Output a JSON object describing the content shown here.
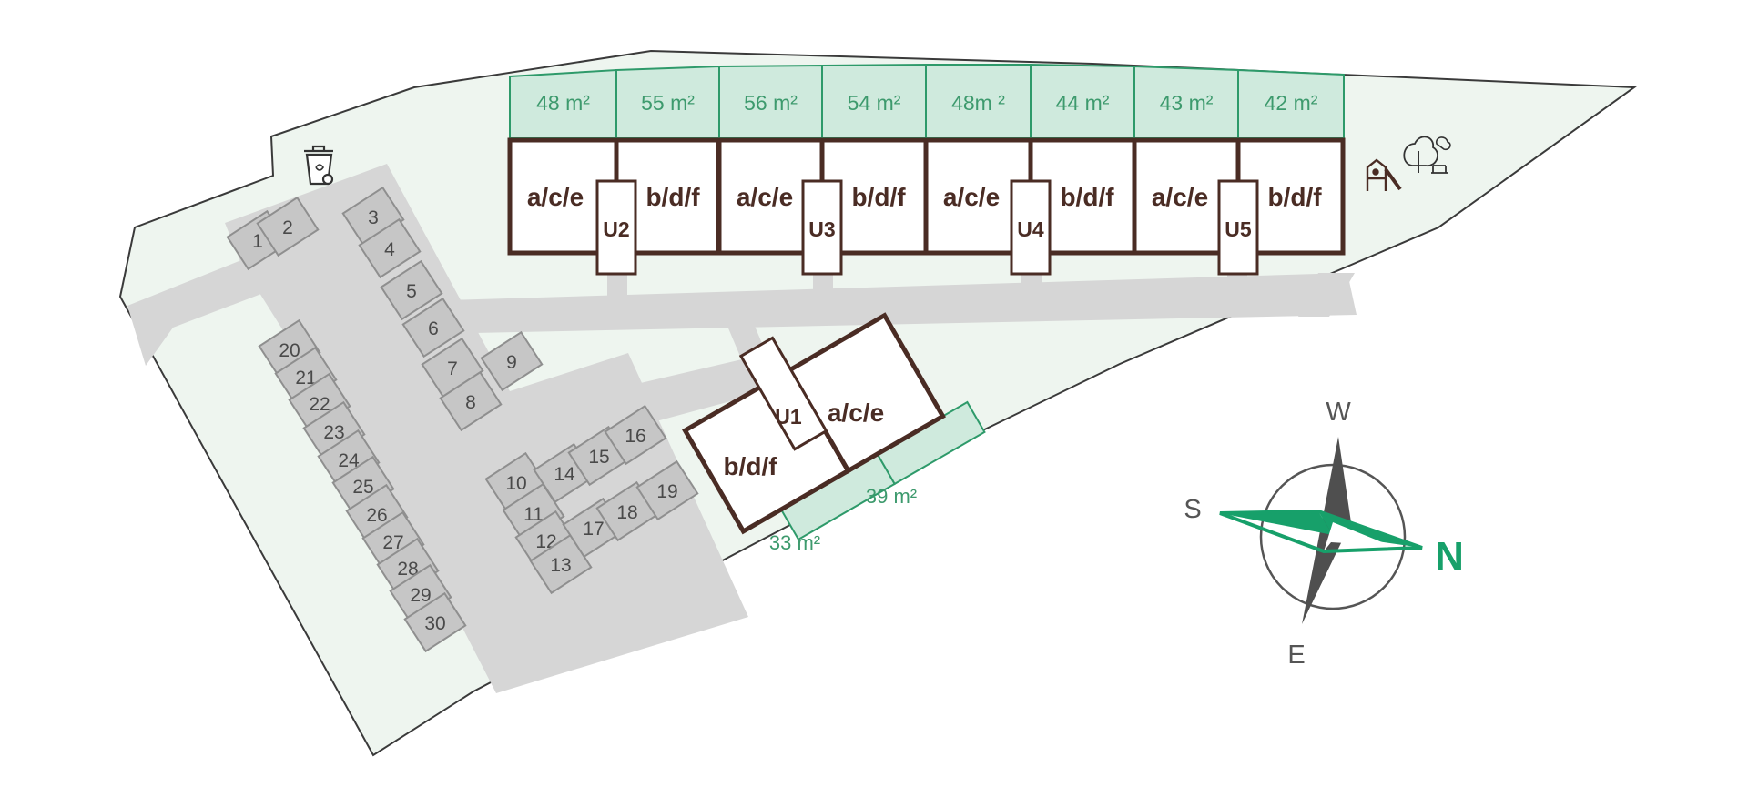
{
  "colors": {
    "plot_fill": "#eef5ef",
    "plot_outline": "#3a3a3a",
    "road_fill": "#d6d6d6",
    "garden_fill": "#cfeadd",
    "garden_outline": "#2e9a6a",
    "garden_text": "#3d9a6d",
    "building_outline": "#4a2c24",
    "unit_text": "#4a2c24",
    "parking_fill": "#c6c6c6",
    "parking_outline": "#8f8f8f",
    "compass_green": "#17a06a",
    "compass_dark": "#4f4f4f"
  },
  "icons": [
    "waste-bin-icon",
    "playground-icon"
  ],
  "gardens": {
    "row": [
      "48 m²",
      "55 m²",
      "56 m²",
      "54 m²",
      "48m ²",
      "44 m²",
      "43 m²",
      "42 m²"
    ],
    "lower_left": "33 m²",
    "lower_right": "39 m²"
  },
  "buildings": {
    "row": [
      {
        "left": "a/c/e",
        "core": "U2",
        "right": "b/d/f"
      },
      {
        "left": "a/c/e",
        "core": "U3",
        "right": "b/d/f"
      },
      {
        "left": "a/c/e",
        "core": "U4",
        "right": "b/d/f"
      },
      {
        "left": "a/c/e",
        "core": "U5",
        "right": "b/d/f"
      }
    ],
    "u1": {
      "left": "b/d/f",
      "core": "U1",
      "right": "a/c/e"
    }
  },
  "parking": [
    "1",
    "2",
    "3",
    "4",
    "5",
    "6",
    "7",
    "8",
    "9",
    "10",
    "11",
    "12",
    "13",
    "14",
    "15",
    "16",
    "17",
    "18",
    "19",
    "20",
    "21",
    "22",
    "23",
    "24",
    "25",
    "26",
    "27",
    "28",
    "29",
    "30"
  ],
  "compass": {
    "north": "N",
    "south": "S",
    "west": "W",
    "east": "E"
  }
}
